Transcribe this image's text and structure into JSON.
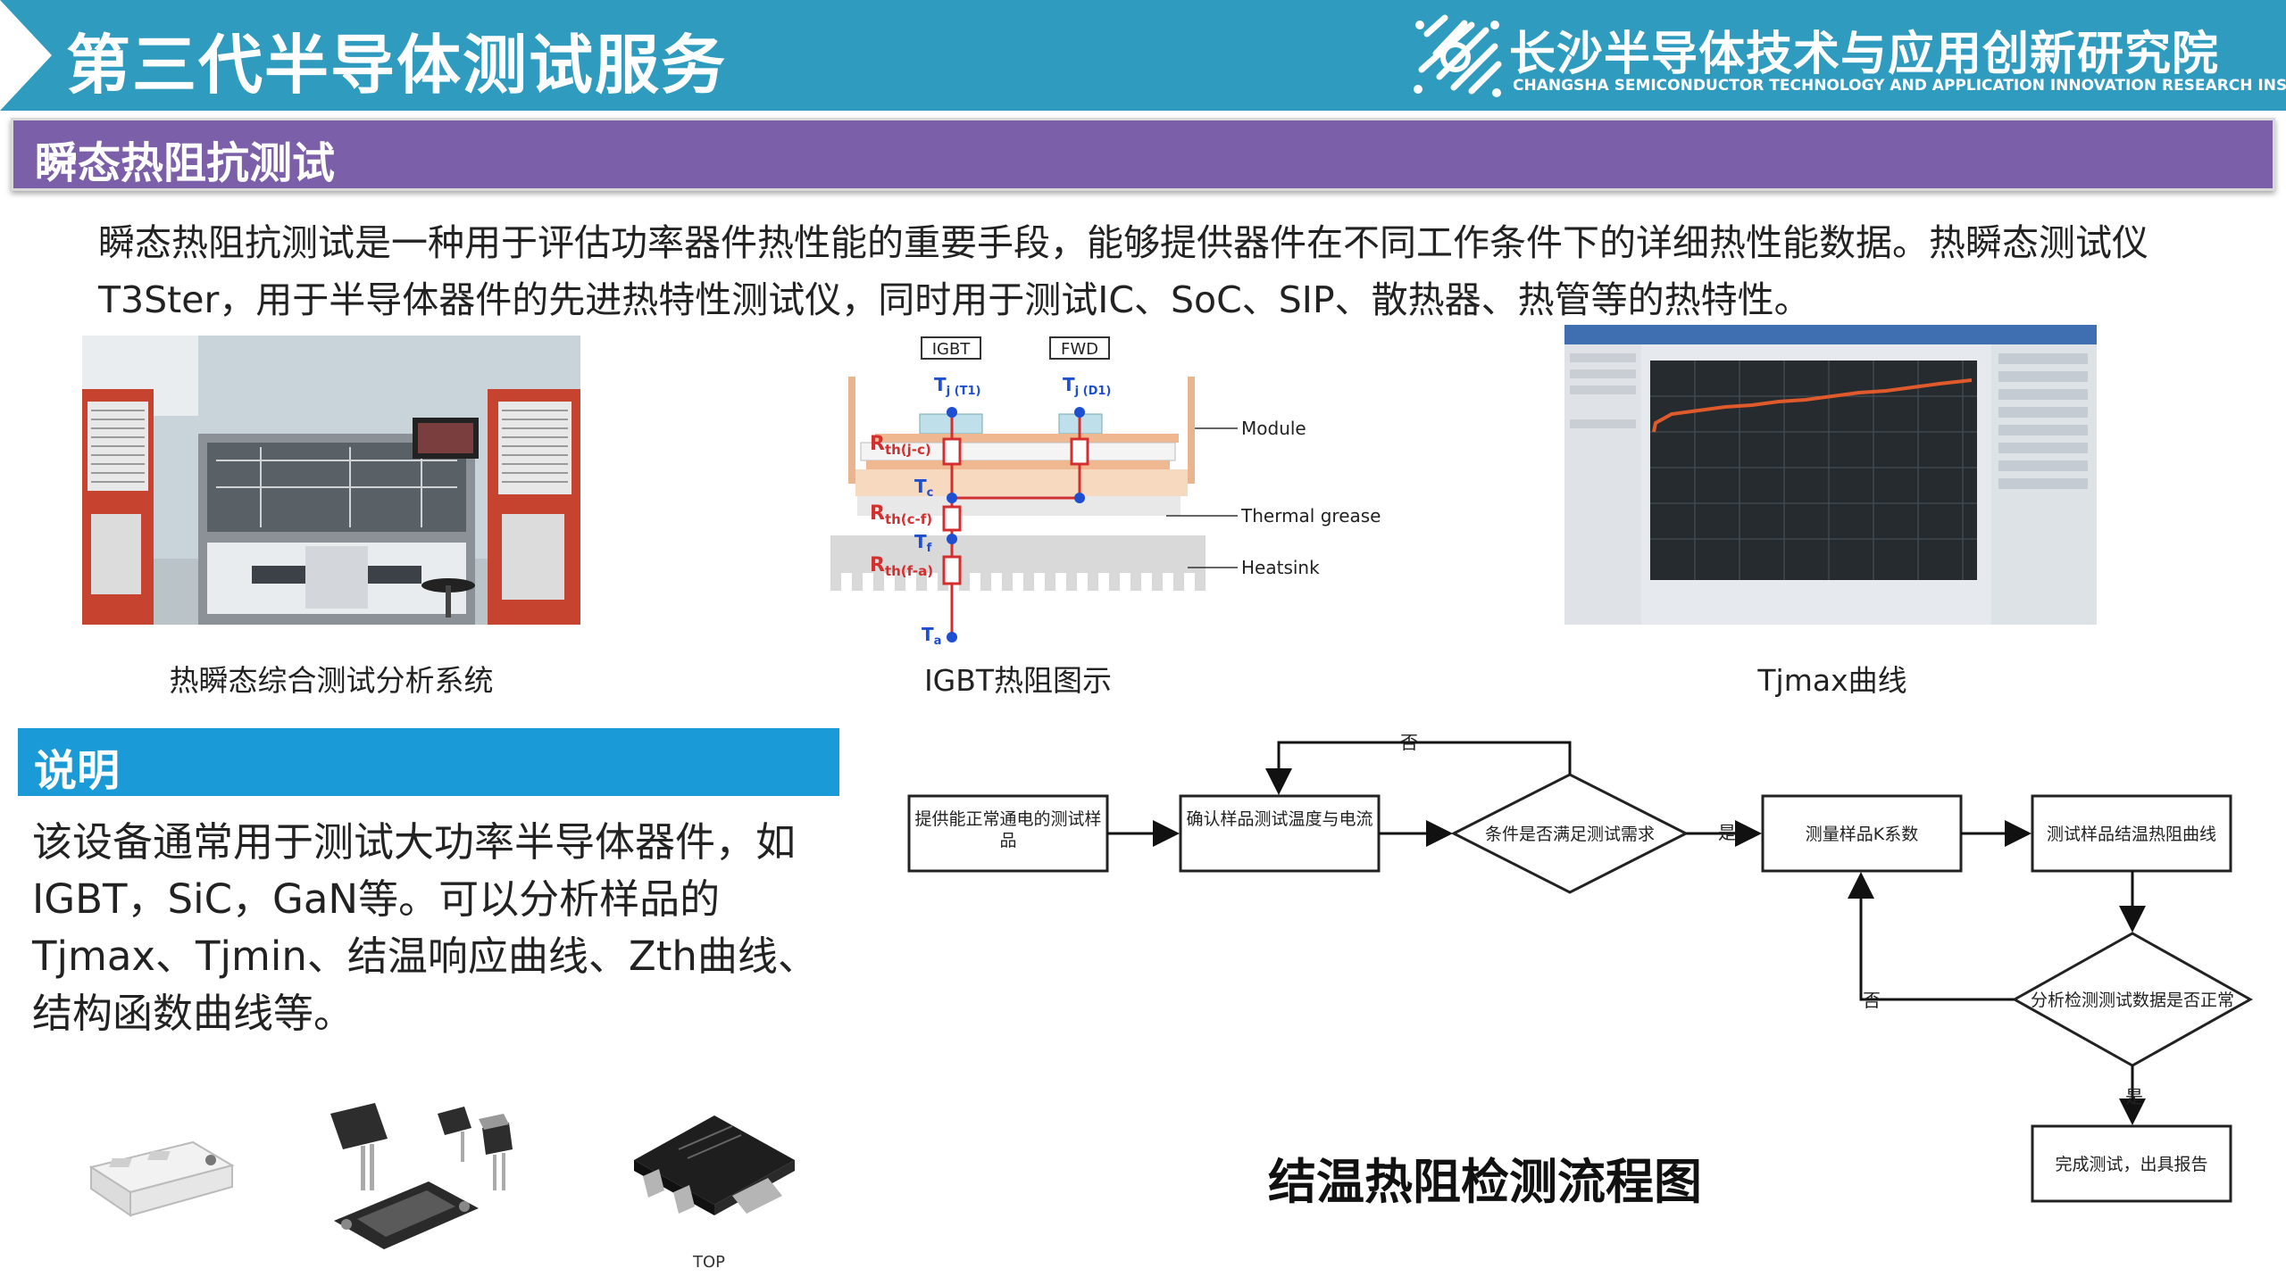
{
  "header": {
    "title": "第三代半导体测试服务",
    "logo_cn": "长沙半导体技术与应用创新研究院",
    "logo_en": "CHANGSHA SEMICONDUCTOR TECHNOLOGY AND APPLICATION INNOVATION RESEARCH INSTITUTE"
  },
  "section": {
    "title": "瞬态热阻抗测试"
  },
  "intro": {
    "text": "瞬态热阻抗测试是一种用于评估功率器件热性能的重要手段，能够提供器件在不同工作条件下的详细热性能数据。热瞬态测试仪T3Ster，用于半导体器件的先进热特性测试仪，同时用于测试IC、SoC、SIP、散热器、热管等的热特性。"
  },
  "figures": {
    "photo1_caption": "热瞬态综合测试分析系统",
    "diagram_caption": "IGBT热阻图示",
    "photo3_caption": "Tjmax曲线",
    "diagram": {
      "igbt": "IGBT",
      "fwd": "FWD",
      "tj1_main": "T",
      "tj1_sub": "j (T1)",
      "tj2_main": "T",
      "tj2_sub": "j (D1)",
      "rth_jc_main": "R",
      "rth_jc_sub": "th(j-c)",
      "tc_main": "T",
      "tc_sub": "c",
      "rth_cf_main": "R",
      "rth_cf_sub": "th(c-f)",
      "tf_main": "T",
      "tf_sub": "f",
      "rth_fa_main": "R",
      "rth_fa_sub": "th(f-a)",
      "ta_main": "T",
      "ta_sub": "a",
      "module": "Module",
      "grease": "Thermal grease",
      "heatsink": "Heatsink"
    },
    "product_label": "TOP"
  },
  "explain": {
    "title": "说明",
    "text": "该设备通常用于测试大功率半导体器件，如IGBT，SiC，GaN等。可以分析样品的Tjmax、Tjmin、结温响应曲线、Zth曲线、结构函数曲线等。"
  },
  "flowchart": {
    "title": "结温热阻检测流程图",
    "nodes": {
      "n1": "提供能正常通电的测试样品",
      "n2": "确认样品测试温度与电流",
      "d1": "条件是否满足测试需求",
      "n3": "测量样品K系数",
      "n4": "测试样品结温热阻曲线",
      "d2": "分析检测测试数据是否正常",
      "n5": "完成测试，出具报告"
    },
    "edges": {
      "no": "否",
      "yes": "是"
    }
  },
  "colors": {
    "header": "#2e9bbf",
    "section": "#7b5fa8",
    "explain": "#1a9ad6",
    "thermal_red": "#d32f2f",
    "node_blue": "#1f4fd1"
  }
}
